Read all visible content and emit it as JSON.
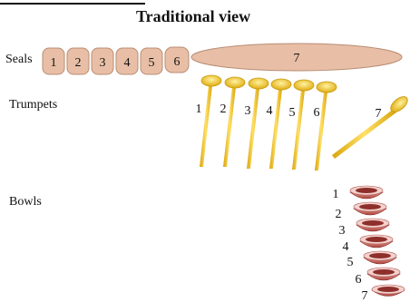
{
  "title": "Traditional view",
  "rows": {
    "seals": {
      "label": "Seals",
      "numbers": [
        "1",
        "2",
        "3",
        "4",
        "5",
        "6",
        "7"
      ]
    },
    "trumpets": {
      "label": "Trumpets",
      "numbers": [
        "1",
        "2",
        "3",
        "4",
        "5",
        "6",
        "7"
      ]
    },
    "bowls": {
      "label": "Bowls",
      "numbers": [
        "1",
        "2",
        "3",
        "4",
        "5",
        "6",
        "7"
      ]
    }
  },
  "colors": {
    "seal_fill": "#e8bfa6",
    "seal_stroke": "#b88c74",
    "trumpet_gold": "#f2c21b",
    "trumpet_dark": "#c99a0c",
    "bowl_outer": "#c96a63",
    "bowl_inner": "#8e2f2b",
    "bowl_rim": "#f3d1cc"
  }
}
